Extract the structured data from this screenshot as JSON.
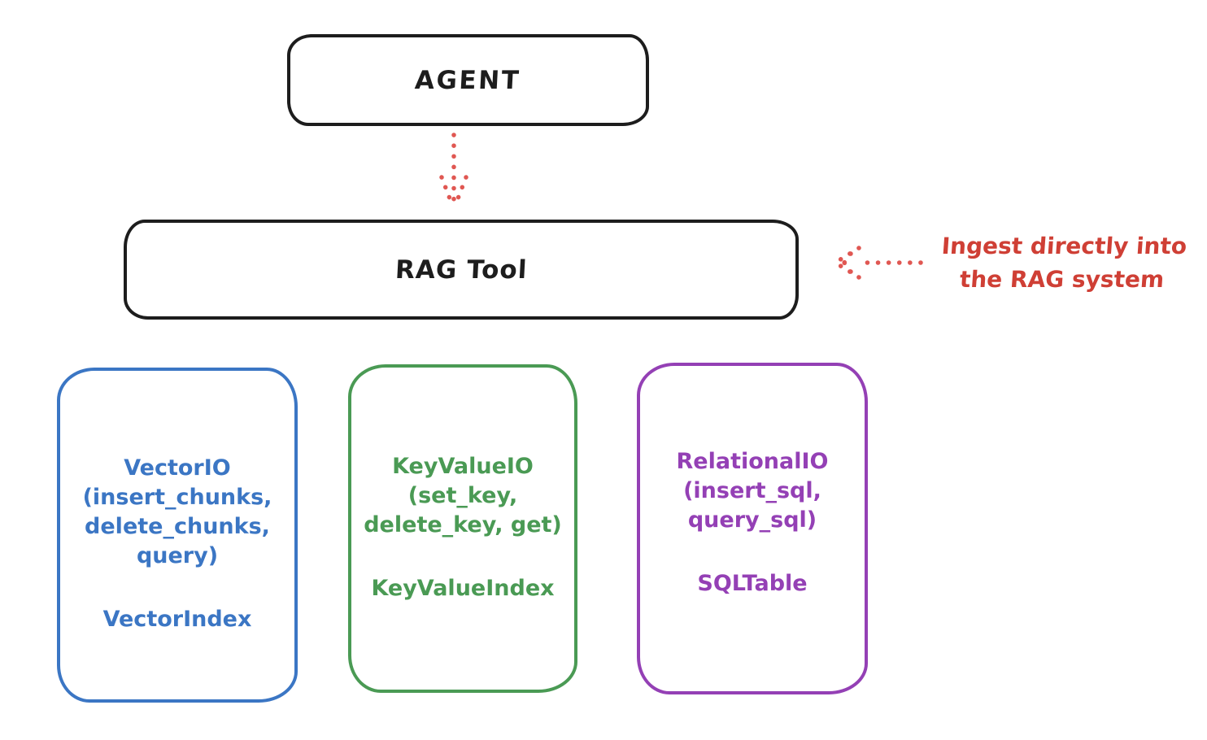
{
  "colors": {
    "ink": "#1d1d1d",
    "red_arrow": "#e05752",
    "red_text": "#cf3f35"
  },
  "agent_box": {
    "label": "AGENT"
  },
  "rag_box": {
    "label": "RAG Tool"
  },
  "annotation": {
    "text": "Ingest directly into\nthe RAG system",
    "color": "#cf3f35"
  },
  "io_boxes": [
    {
      "id": "vector-io",
      "color": "#3b76c4",
      "title": "VectorIO\n(insert_chunks,\ndelete_chunks,\nquery)",
      "index": "VectorIndex"
    },
    {
      "id": "keyvalue-io",
      "color": "#4a9a54",
      "title": "KeyValueIO\n(set_key,\ndelete_key, get)",
      "index": "KeyValueIndex"
    },
    {
      "id": "relational-io",
      "color": "#9440b5",
      "title": "RelationalIO\n(insert_sql,\nquery_sql)",
      "index": "SQLTable"
    }
  ]
}
